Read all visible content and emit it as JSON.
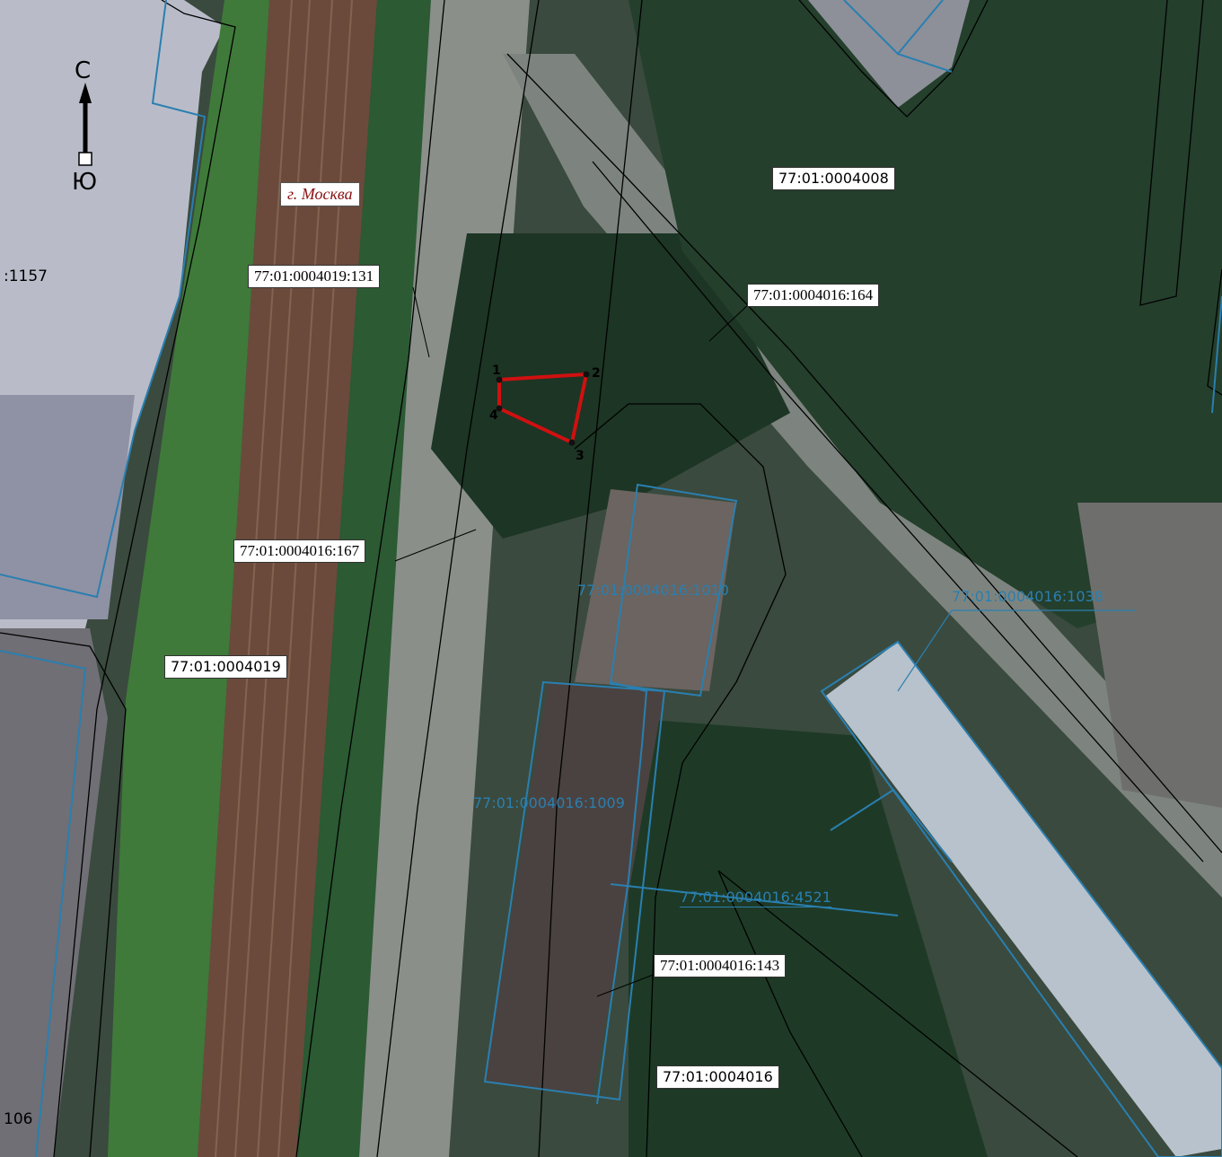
{
  "compass": {
    "north": "С",
    "south": "Ю"
  },
  "city_label": "г. Москва",
  "parcel_labels": {
    "p1157": ":1157",
    "p131": "77:01:0004019:131",
    "q4008": "77:01:0004008",
    "p164": "77:01:0004016:164",
    "p167": "77:01:0004016:167",
    "q4019": "77:01:0004019",
    "p1010": "77:01:0004016:1010",
    "p1038": "77:01:0004016:1038",
    "p1009": "77:01:0004016:1009",
    "p4521": "77:01:0004016:4521",
    "p143": "77:01:0004016:143",
    "q4016": "77:01:0004016",
    "p106": "106"
  },
  "boundary_points": [
    "1",
    "2",
    "3",
    "4"
  ],
  "colors": {
    "parcel_outline": "#2a7fb0",
    "cadastral_line": "#000000",
    "target_polygon": "#d01010",
    "vegetation": "#1e3a26",
    "road": "#8a8f8a",
    "rail": "#6b4a3c"
  }
}
